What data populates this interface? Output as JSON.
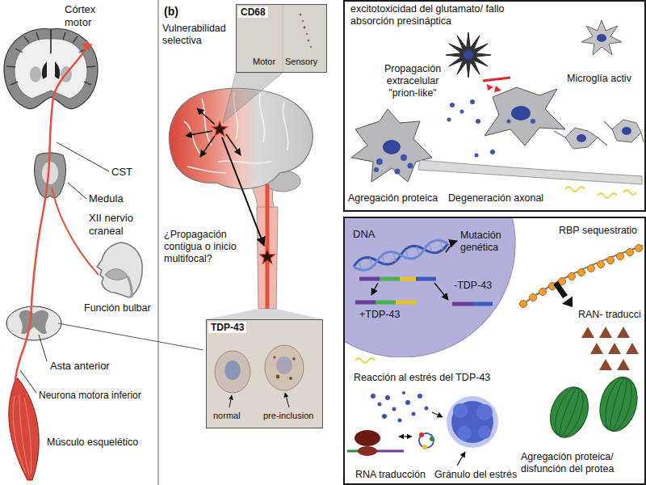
{
  "diagram": {
    "nodes": [
      {
        "text": [
          "CD68",
          "Motor",
          "Sensory"
        ]
      },
      {
        "text": [
          "TDP-43",
          "normal",
          "pre-inclusion"
        ]
      },
      {
        "text": [
          "excitotoxicidad del glutamato/ fallo absorción presináptica",
          "Propagación extracelular \"prion-like\"",
          "Microglía activ",
          "Agregación proteica",
          "Degeneración axonal"
        ]
      },
      {
        "text": [
          "RBP sequestratio",
          "RAN- traducci",
          "Reacción al estrés del TDP-43",
          "Gránulo del estrés",
          "RNA traducción",
          "Agregación proteica/ disfunción del protea"
        ]
      },
      {
        "text": [
          "DNA",
          "Mutación genética",
          "+TDP-43",
          "-TDP-43"
        ],
        "in": 3
      }
    ],
    "labels": [
      "Córtex motor",
      "CST",
      "Medula",
      "XII nervio craneal",
      "Función bulbar",
      "Asta anterior",
      "Neurona motora inferior",
      "Músculo esquelético",
      "(b)",
      "Vulnerabilidad selectiva",
      "¿Propagación contigua o inicio multifocal?"
    ]
  }
}
